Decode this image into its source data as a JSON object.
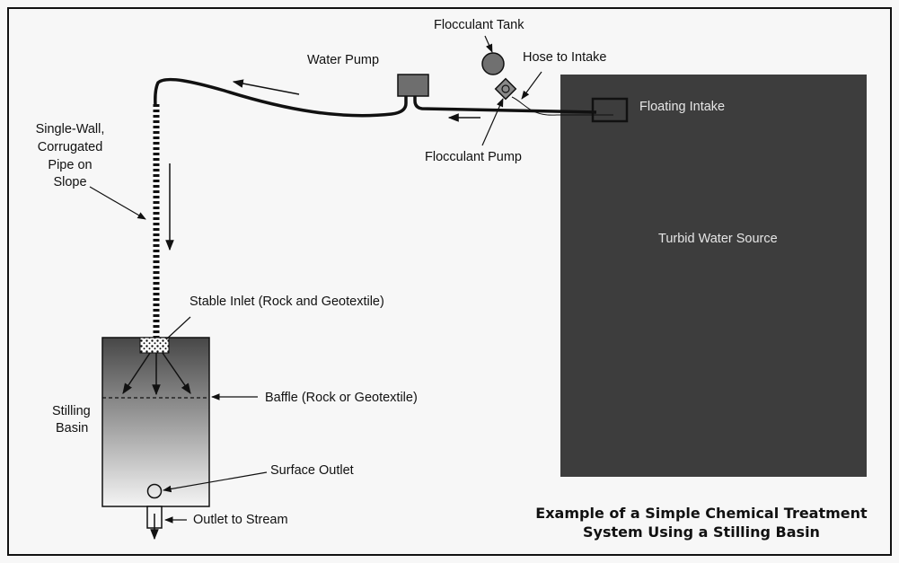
{
  "title": {
    "line1": "Example of a Simple Chemical Treatment",
    "line2": "System Using a Stilling Basin"
  },
  "labels": {
    "flocculant_tank": "Flocculant Tank",
    "water_pump": "Water Pump",
    "hose_to_intake": "Hose to Intake",
    "floating_intake": "Floating Intake",
    "flocculant_pump": "Flocculant Pump",
    "pipe_line1": "Single-Wall,",
    "pipe_line2": "Corrugated",
    "pipe_line3": "Pipe on",
    "pipe_line4": "Slope",
    "turbid_water_source": "Turbid Water Source",
    "stable_inlet": "Stable Inlet (Rock and Geotextile)",
    "baffle": "Baffle (Rock or  Geotextile)",
    "basin_line1": "Stilling",
    "basin_line2": "Basin",
    "surface_outlet": "Surface Outlet",
    "outlet_to_stream": "Outlet to Stream"
  },
  "colors": {
    "water_source": "#3d3d3d",
    "pump": "#6e6e6e",
    "tank": "#707070",
    "basin_top": "#4a4a4a",
    "basin_bottom": "#f2f2f2",
    "line": "#111111"
  }
}
